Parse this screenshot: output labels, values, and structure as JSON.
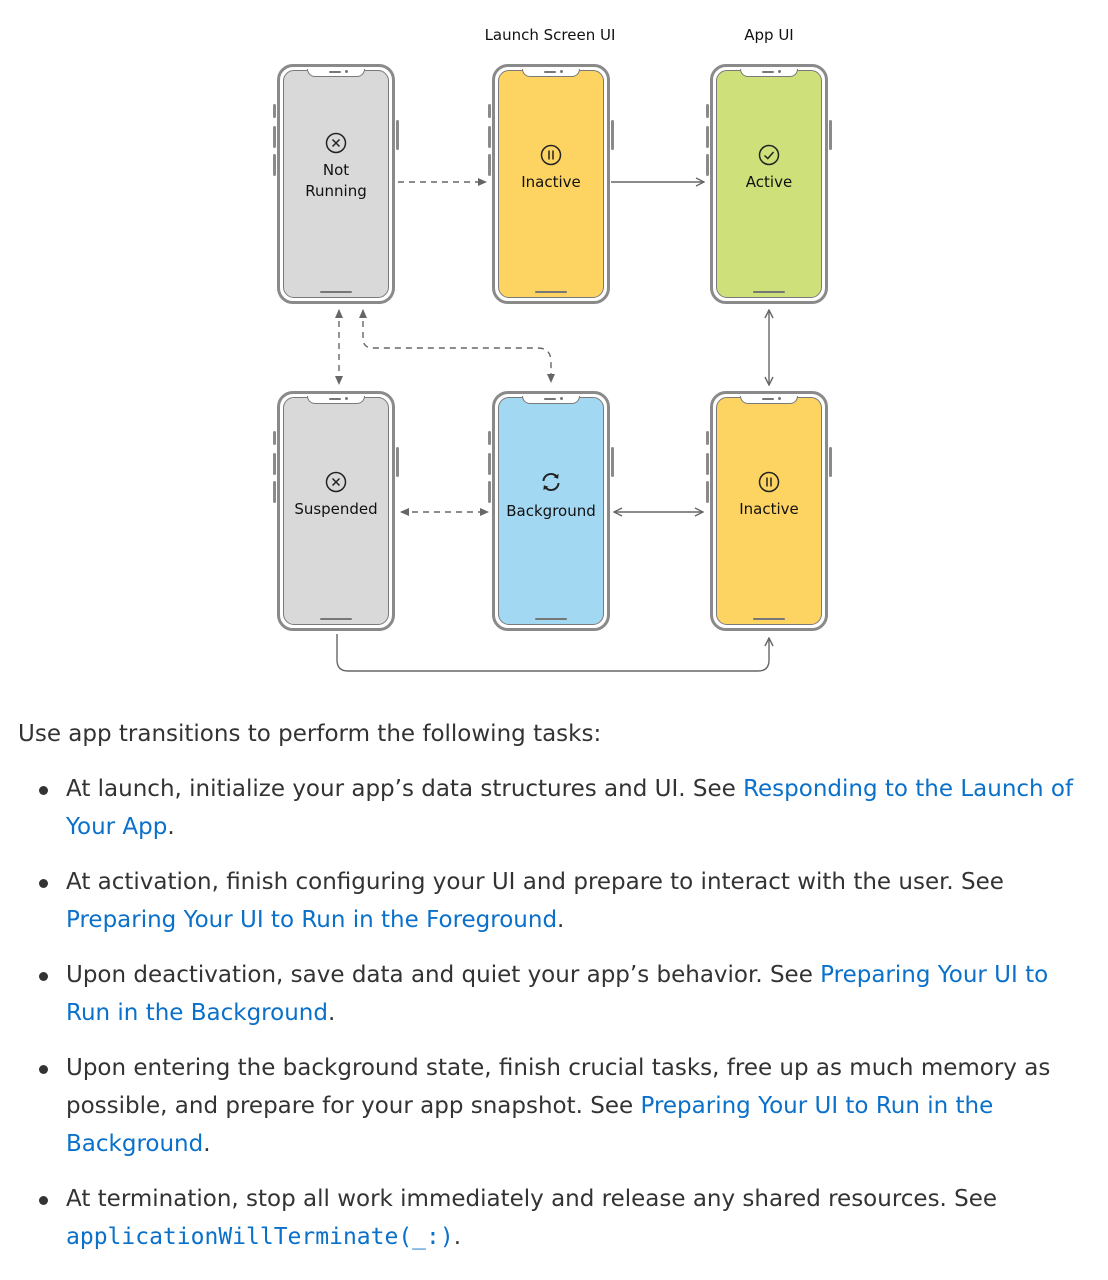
{
  "diagram": {
    "column_labels": [
      "Launch Screen UI",
      "App UI"
    ],
    "states": {
      "not_running": {
        "label": "Not\nRunning",
        "icon": "x-circle-icon",
        "color": "#d9d9d9"
      },
      "inactive_top": {
        "label": "Inactive",
        "icon": "pause-circle-icon",
        "color": "#fdd462"
      },
      "active": {
        "label": "Active",
        "icon": "checkmark-circle-icon",
        "color": "#cde07a"
      },
      "suspended": {
        "label": "Suspended",
        "icon": "x-circle-icon",
        "color": "#d9d9d9"
      },
      "background": {
        "label": "Background",
        "icon": "refresh-arrows-icon",
        "color": "#a3d8f2"
      },
      "inactive_bottom": {
        "label": "Inactive",
        "icon": "pause-circle-icon",
        "color": "#fdd462"
      }
    }
  },
  "content": {
    "intro": "Use app transitions to perform the following tasks:",
    "tasks": [
      {
        "text": "At launch, initialize your app’s data structures and UI. See ",
        "link": "Responding to the Launch of Your App",
        "after": "."
      },
      {
        "text": "At activation, finish configuring your UI and prepare to interact with the user. See ",
        "link": "Preparing Your UI to Run in the Foreground",
        "after": "."
      },
      {
        "text": "Upon deactivation, save data and quiet your app’s behavior. See ",
        "link": "Preparing Your UI to Run in the Background",
        "after": "."
      },
      {
        "text": "Upon entering the background state, finish crucial tasks, free up as much memory as possible, and prepare for your app snapshot. See ",
        "link": "Preparing Your UI to Run in the Background",
        "after": "."
      },
      {
        "text": "At termination, stop all work immediately and release any shared resources. See ",
        "code_link": "applicationWillTerminate(_:)",
        "after": "."
      }
    ]
  }
}
